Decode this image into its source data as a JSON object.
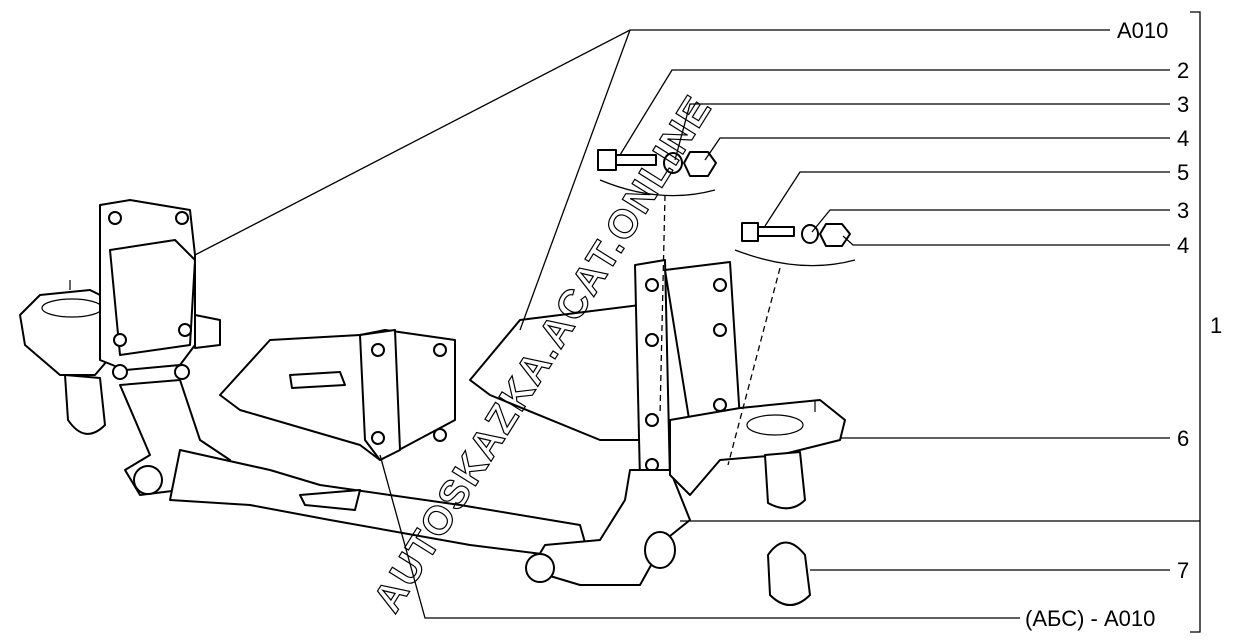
{
  "callouts": {
    "a010_top": "A010",
    "bolt_2": "2",
    "washer_3a": "3",
    "nut_4a": "4",
    "bolt_5": "5",
    "washer_3b": "3",
    "nut_4b": "4",
    "assembly_1": "1",
    "bracket_6": "6",
    "bump_stop_7": "7",
    "abs_a010": "(АБС) - A010"
  },
  "watermark": "AUTOSKAZKA.ACAT.ONLINE"
}
